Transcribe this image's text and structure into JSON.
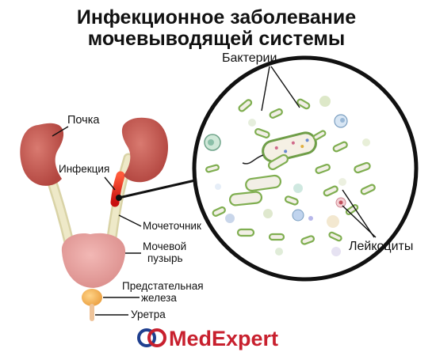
{
  "title": {
    "line1": "Инфекционное заболевание",
    "line2": "мочевыводящей системы"
  },
  "labels": {
    "kidney": "Почка",
    "infection": "Инфекция",
    "ureter": "Мочеточник",
    "bladder_line1": "Мочевой",
    "bladder_line2": "пузырь",
    "prostate_line1": "Предстательная",
    "prostate_line2": "железа",
    "urethra": "Уретра",
    "bacteria": "Бактерии",
    "leukocytes": "Лейкоциты"
  },
  "brand": {
    "name": "MedExpert",
    "colors": {
      "text": "#c8202e",
      "ring_blue": "#1f3f8f",
      "ring_red": "#c8202e"
    }
  },
  "colors": {
    "kidney": "#c9605a",
    "ureter": "#e6e1b8",
    "bladder": "#e8a0a0",
    "prostate": "#f4b65b",
    "infection": "#e01818",
    "bacteria_fill": "#f0eee6",
    "bacteria_outline": "#78a84a"
  }
}
